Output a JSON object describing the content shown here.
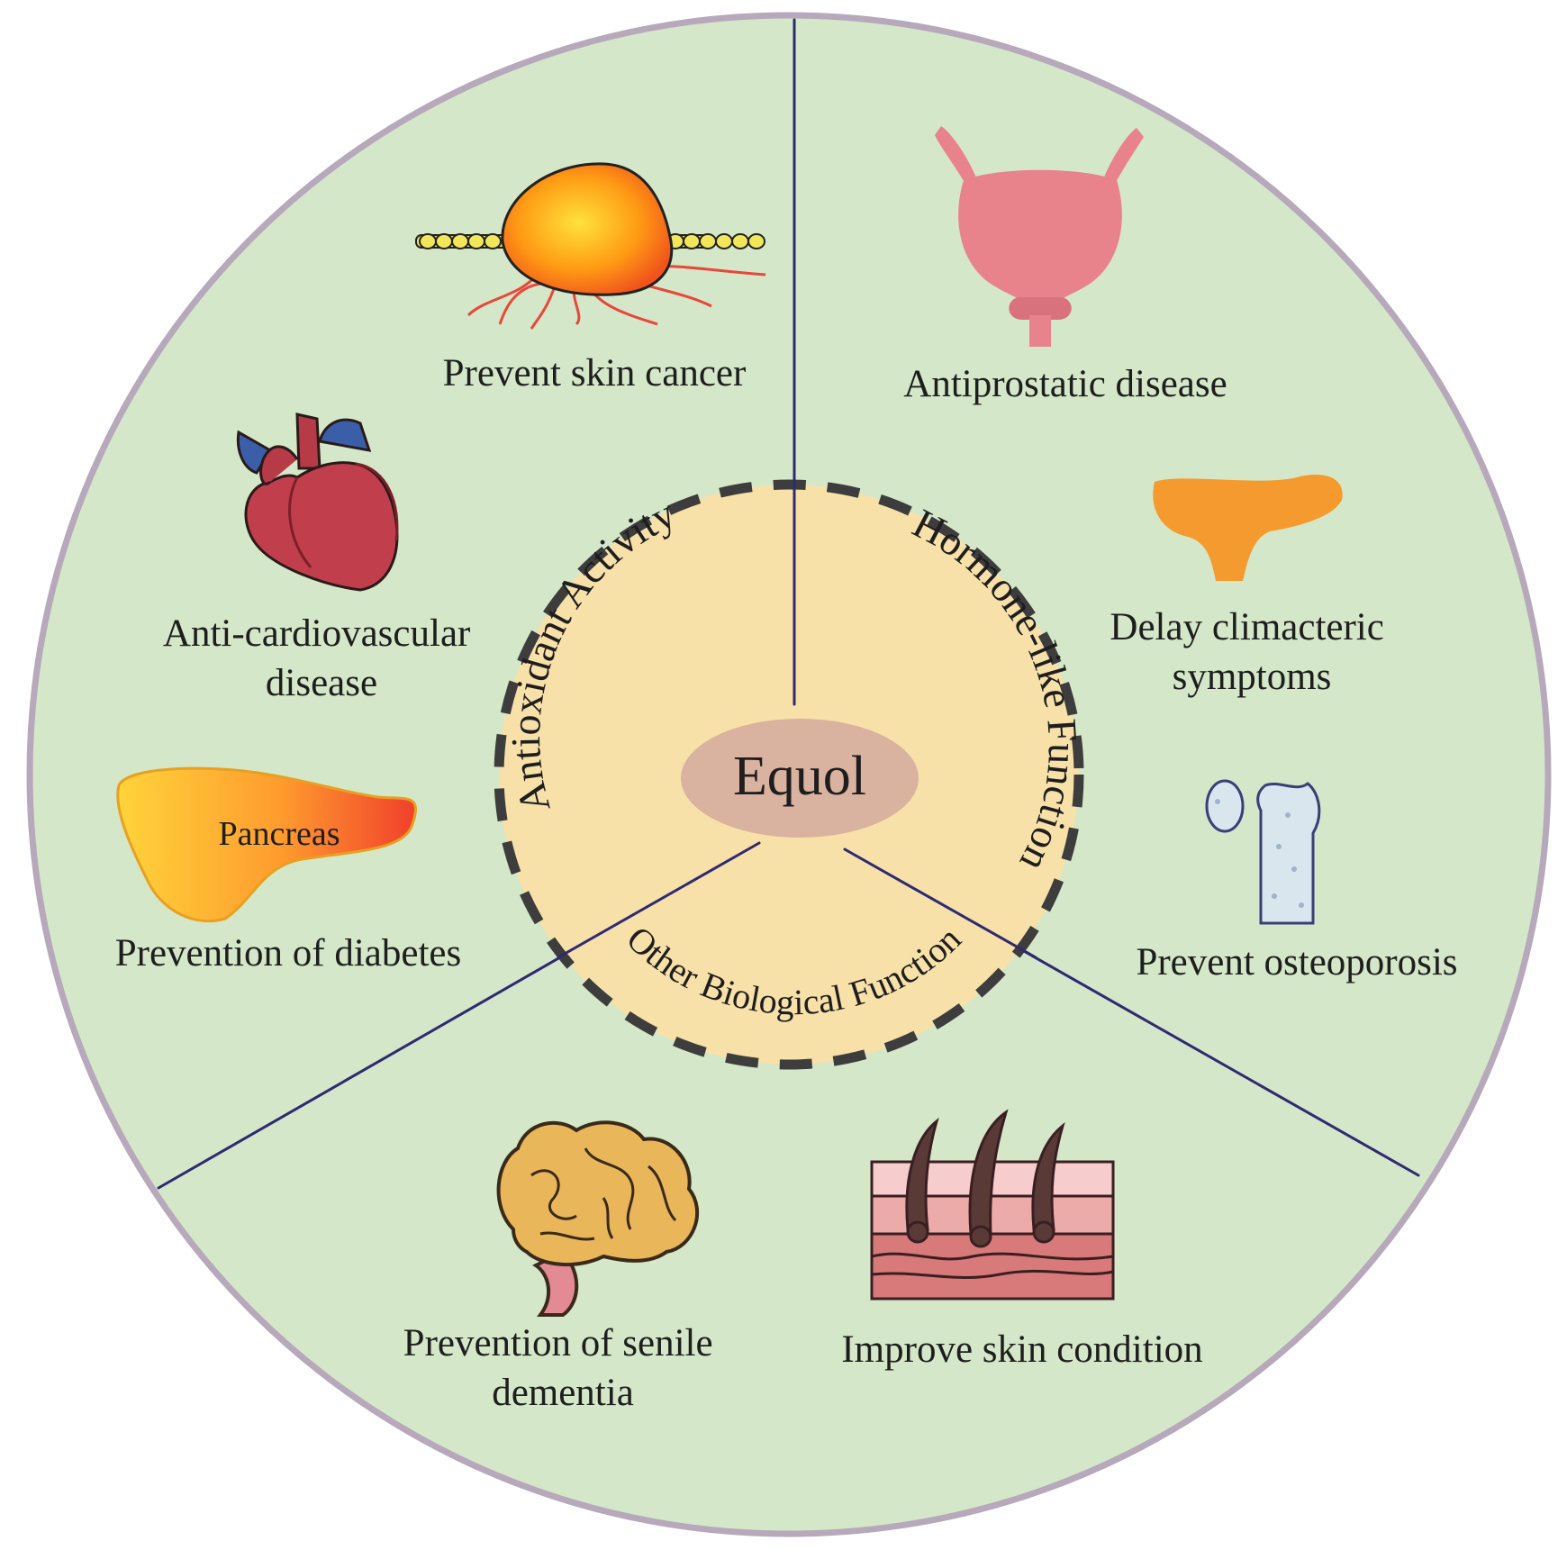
{
  "center": {
    "label": "Equol"
  },
  "sectors": {
    "antioxidant": "Antioxidant Activity",
    "hormone": "Hormone-like Function",
    "other": "Other Biological Function"
  },
  "items": {
    "skin_cancer": [
      "Prevent skin cancer"
    ],
    "cardiovascular": [
      "Anti-cardiovascular",
      "disease"
    ],
    "diabetes": [
      "Prevention of diabetes"
    ],
    "pancreas": "Pancreas",
    "prostatic": [
      "Antiprostatic disease"
    ],
    "climacteric": [
      "Delay climacteric",
      "symptoms"
    ],
    "osteoporosis": [
      "Prevent osteoporosis"
    ],
    "dementia": [
      "Prevention of senile",
      "dementia"
    ],
    "skin_condition": [
      "Improve skin condition"
    ]
  },
  "colors": {
    "background": "#d4e7c8",
    "outer_ring": "#b7a8bb",
    "inner_circle": "#f8e0a9",
    "center_ellipse": "#d9b2a0",
    "divider": "#2e2a72",
    "dashed_ring": "#3d3d3d"
  }
}
